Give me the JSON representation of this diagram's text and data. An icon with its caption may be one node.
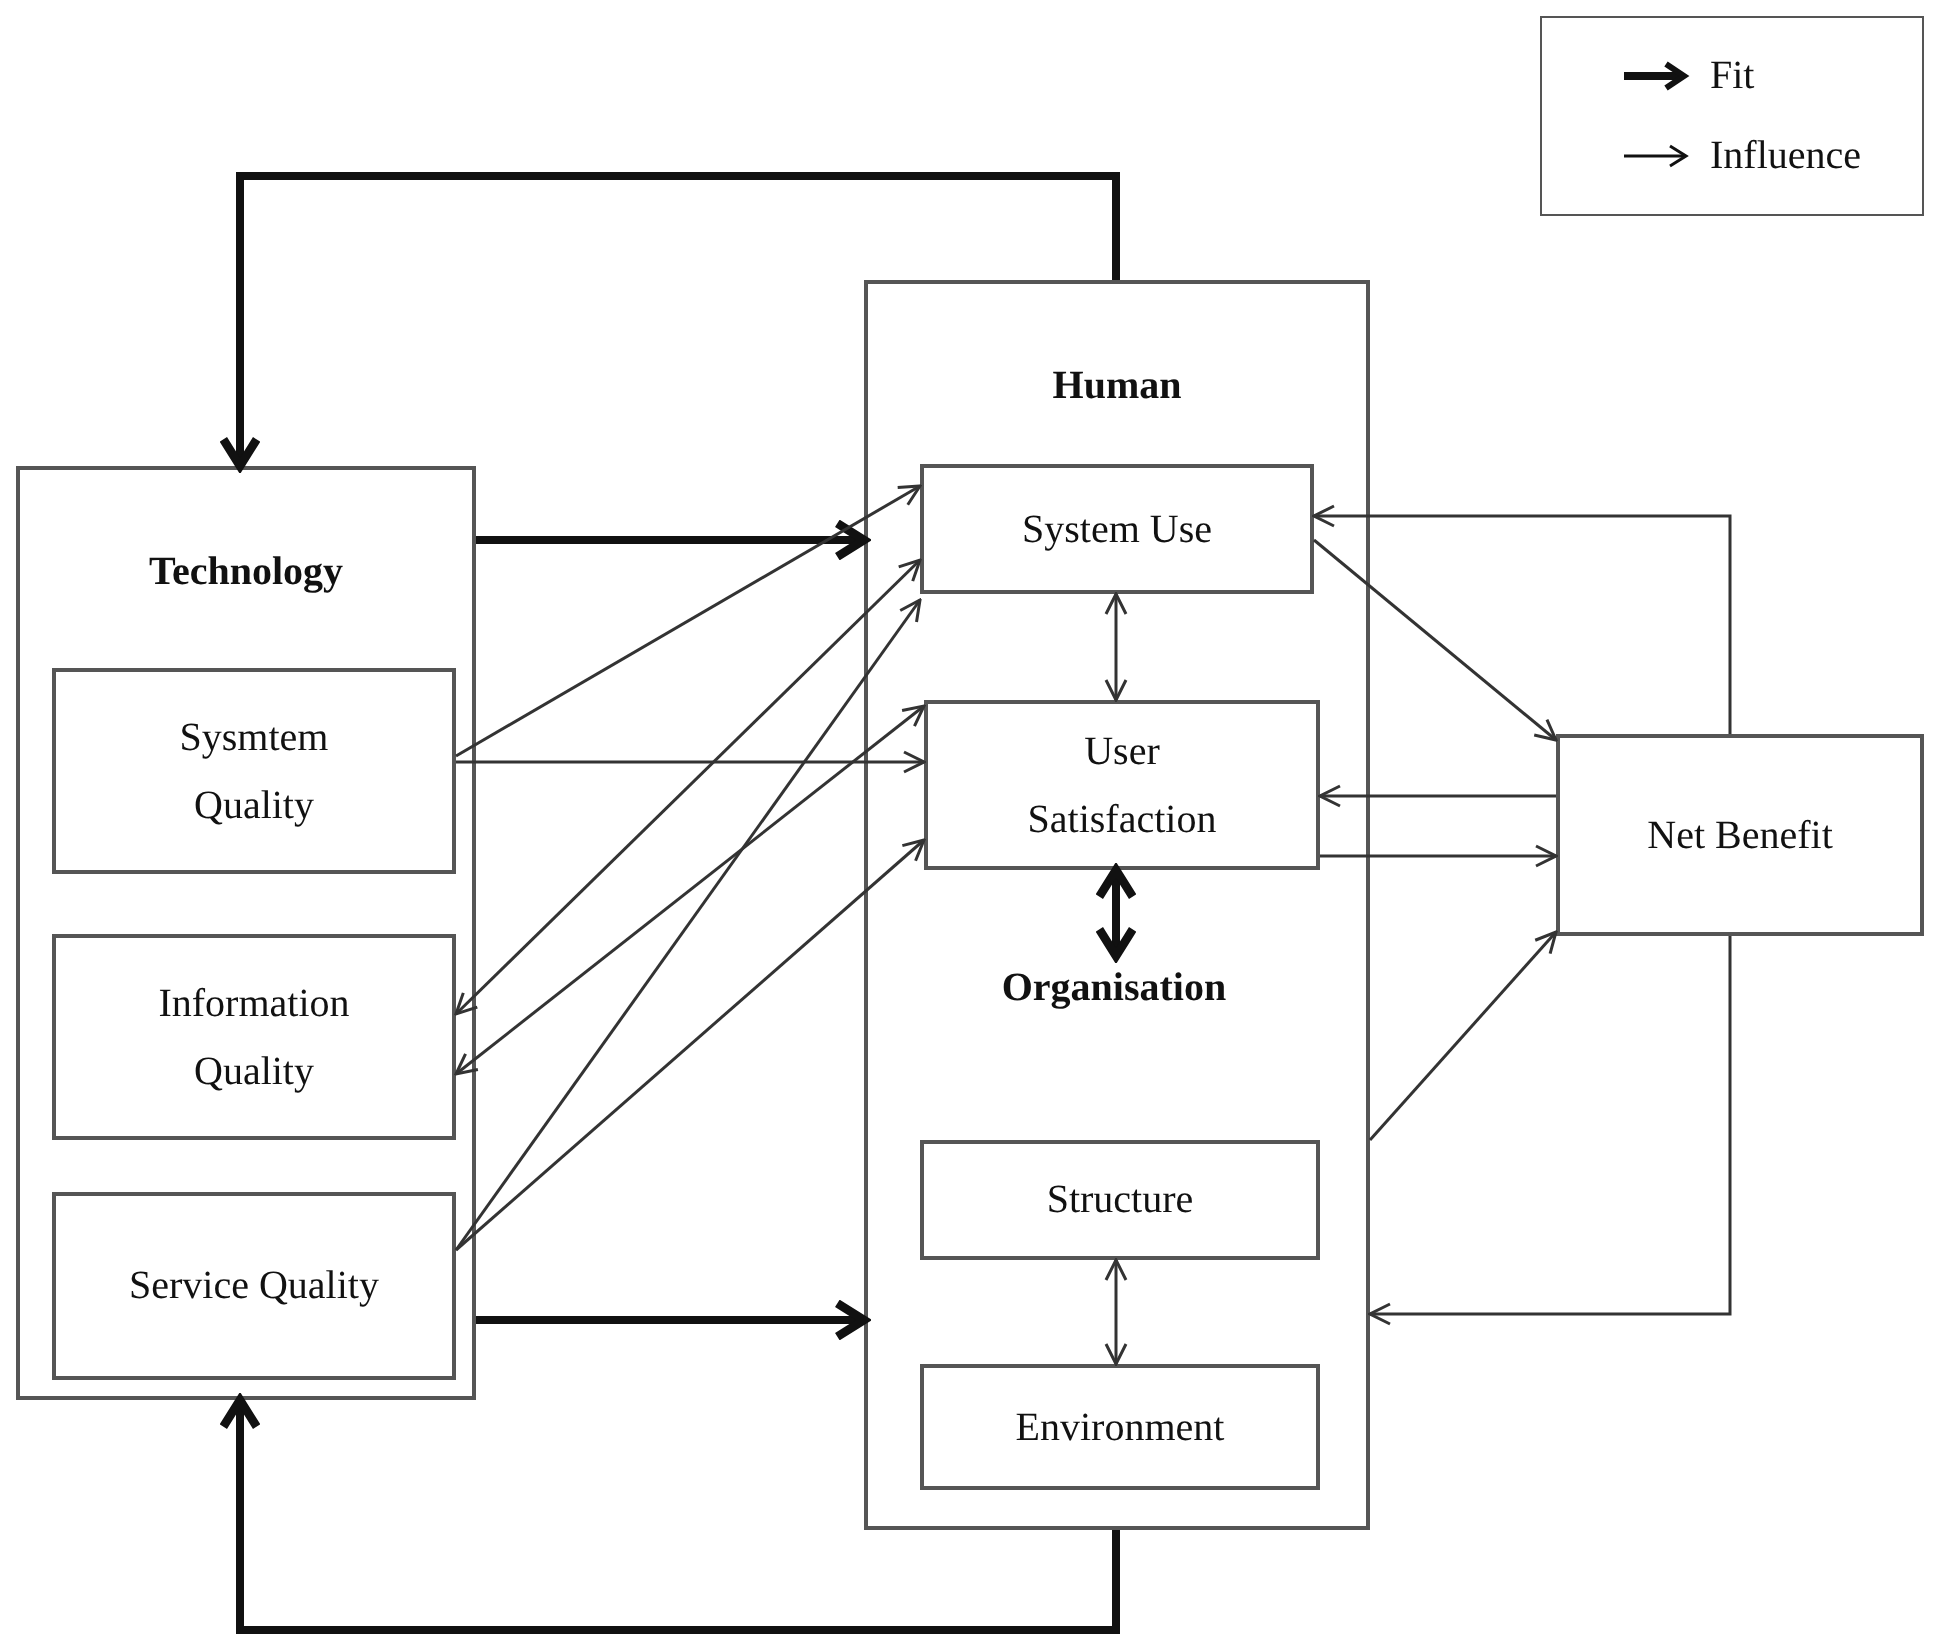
{
  "diagram": {
    "nodes": [
      {
        "text": [
          "Technology"
        ]
      },
      {
        "text": [
          "Sysmtem Quality"
        ],
        "in": 0
      },
      {
        "text": [
          "Information Quality"
        ],
        "in": 0
      },
      {
        "text": [
          "Service Quality"
        ],
        "in": 0
      },
      {
        "text": [
          "Human"
        ]
      },
      {
        "text": [
          "System Use"
        ],
        "in": 4
      },
      {
        "text": [
          "User Satisfaction"
        ],
        "in": 4
      },
      {
        "text": [
          "Organisation"
        ],
        "in": 4
      },
      {
        "text": [
          "Structure"
        ],
        "in": 4
      },
      {
        "text": [
          "Environment"
        ],
        "in": 4
      },
      {
        "text": [
          "Net Benefit"
        ]
      }
    ],
    "edges": [
      {
        "from": 0,
        "to": 4,
        "arrow": "to",
        "style": "thick"
      },
      {
        "from": 0,
        "to": 4,
        "arrow": "to",
        "style": "thick"
      },
      {
        "from": 4,
        "to": 0,
        "arrow": "to",
        "style": "thick"
      },
      {
        "from": 4,
        "to": 0,
        "arrow": "to",
        "style": "thick"
      },
      {
        "from": 1,
        "to": 5,
        "arrow": "to"
      },
      {
        "from": 1,
        "to": 6,
        "arrow": "to"
      },
      {
        "from": 2,
        "to": 5,
        "arrow": "both"
      },
      {
        "from": 2,
        "to": 6,
        "arrow": "both"
      },
      {
        "from": 3,
        "to": 5,
        "arrow": "to"
      },
      {
        "from": 3,
        "to": 6,
        "arrow": "to"
      },
      {
        "from": 5,
        "to": 6,
        "arrow": "both"
      },
      {
        "from": 6,
        "to": 7,
        "arrow": "both",
        "style": "thick"
      },
      {
        "from": 8,
        "to": 9,
        "arrow": "both"
      },
      {
        "from": 10,
        "to": 5,
        "arrow": "to"
      },
      {
        "from": 5,
        "to": 10,
        "arrow": "to"
      },
      {
        "from": 10,
        "to": 6,
        "arrow": "to"
      },
      {
        "from": 6,
        "to": 10,
        "arrow": "to"
      },
      {
        "from": 4,
        "to": 10,
        "arrow": "to"
      },
      {
        "from": 10,
        "to": 4,
        "arrow": "to"
      }
    ],
    "legend": [
      {
        "text": "Fit"
      },
      {
        "text": "Influence"
      }
    ]
  }
}
